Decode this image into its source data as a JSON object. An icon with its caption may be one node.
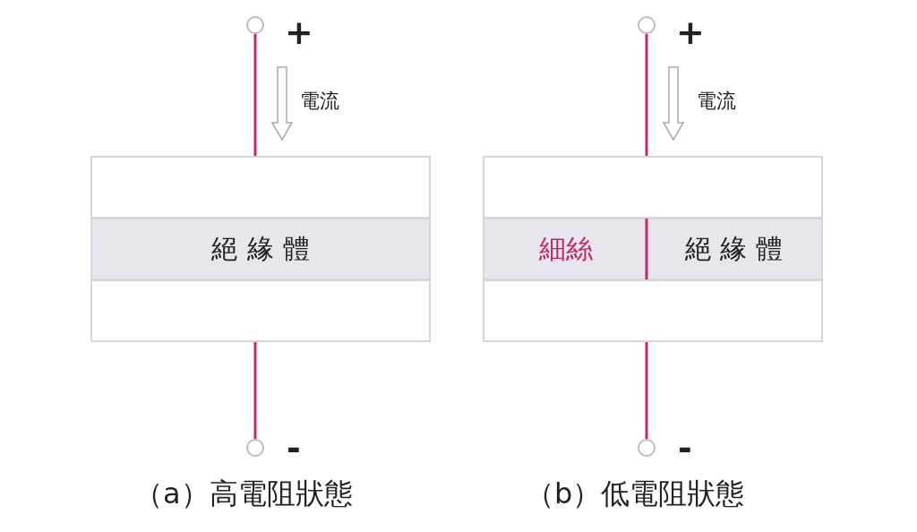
{
  "diagram": {
    "nodes": [
      {
        "text": [],
        "shape": "circle",
        "beside": [
          "+"
        ]
      },
      {
        "text": [],
        "shape": "box"
      },
      {
        "text": [
          "絕 緣 體"
        ]
      },
      {
        "text": [],
        "shape": "box"
      },
      {
        "text": [],
        "shape": "circle",
        "beside": [
          "-"
        ]
      },
      {
        "text": [],
        "shape": "circle",
        "beside": [
          "+"
        ]
      },
      {
        "text": [],
        "shape": "box"
      },
      {
        "text": [
          "細絲"
        ]
      },
      {
        "text": [
          "絕 緣 體"
        ]
      },
      {
        "text": [],
        "shape": "box"
      },
      {
        "text": [],
        "shape": "circle",
        "beside": [
          "-"
        ]
      }
    ],
    "edges": [
      {
        "from": 0,
        "to": 1,
        "arrow": "none"
      },
      {
        "from": 3,
        "to": 4,
        "arrow": "none"
      },
      {
        "from": 5,
        "to": 6,
        "arrow": "none"
      },
      {
        "from": 6,
        "to": 9,
        "arrow": "none"
      },
      {
        "from": 9,
        "to": 10,
        "arrow": "none"
      }
    ],
    "labels": [
      "電流",
      "電流",
      "（a）高電阻狀態",
      "（b）低電阻狀態"
    ]
  }
}
